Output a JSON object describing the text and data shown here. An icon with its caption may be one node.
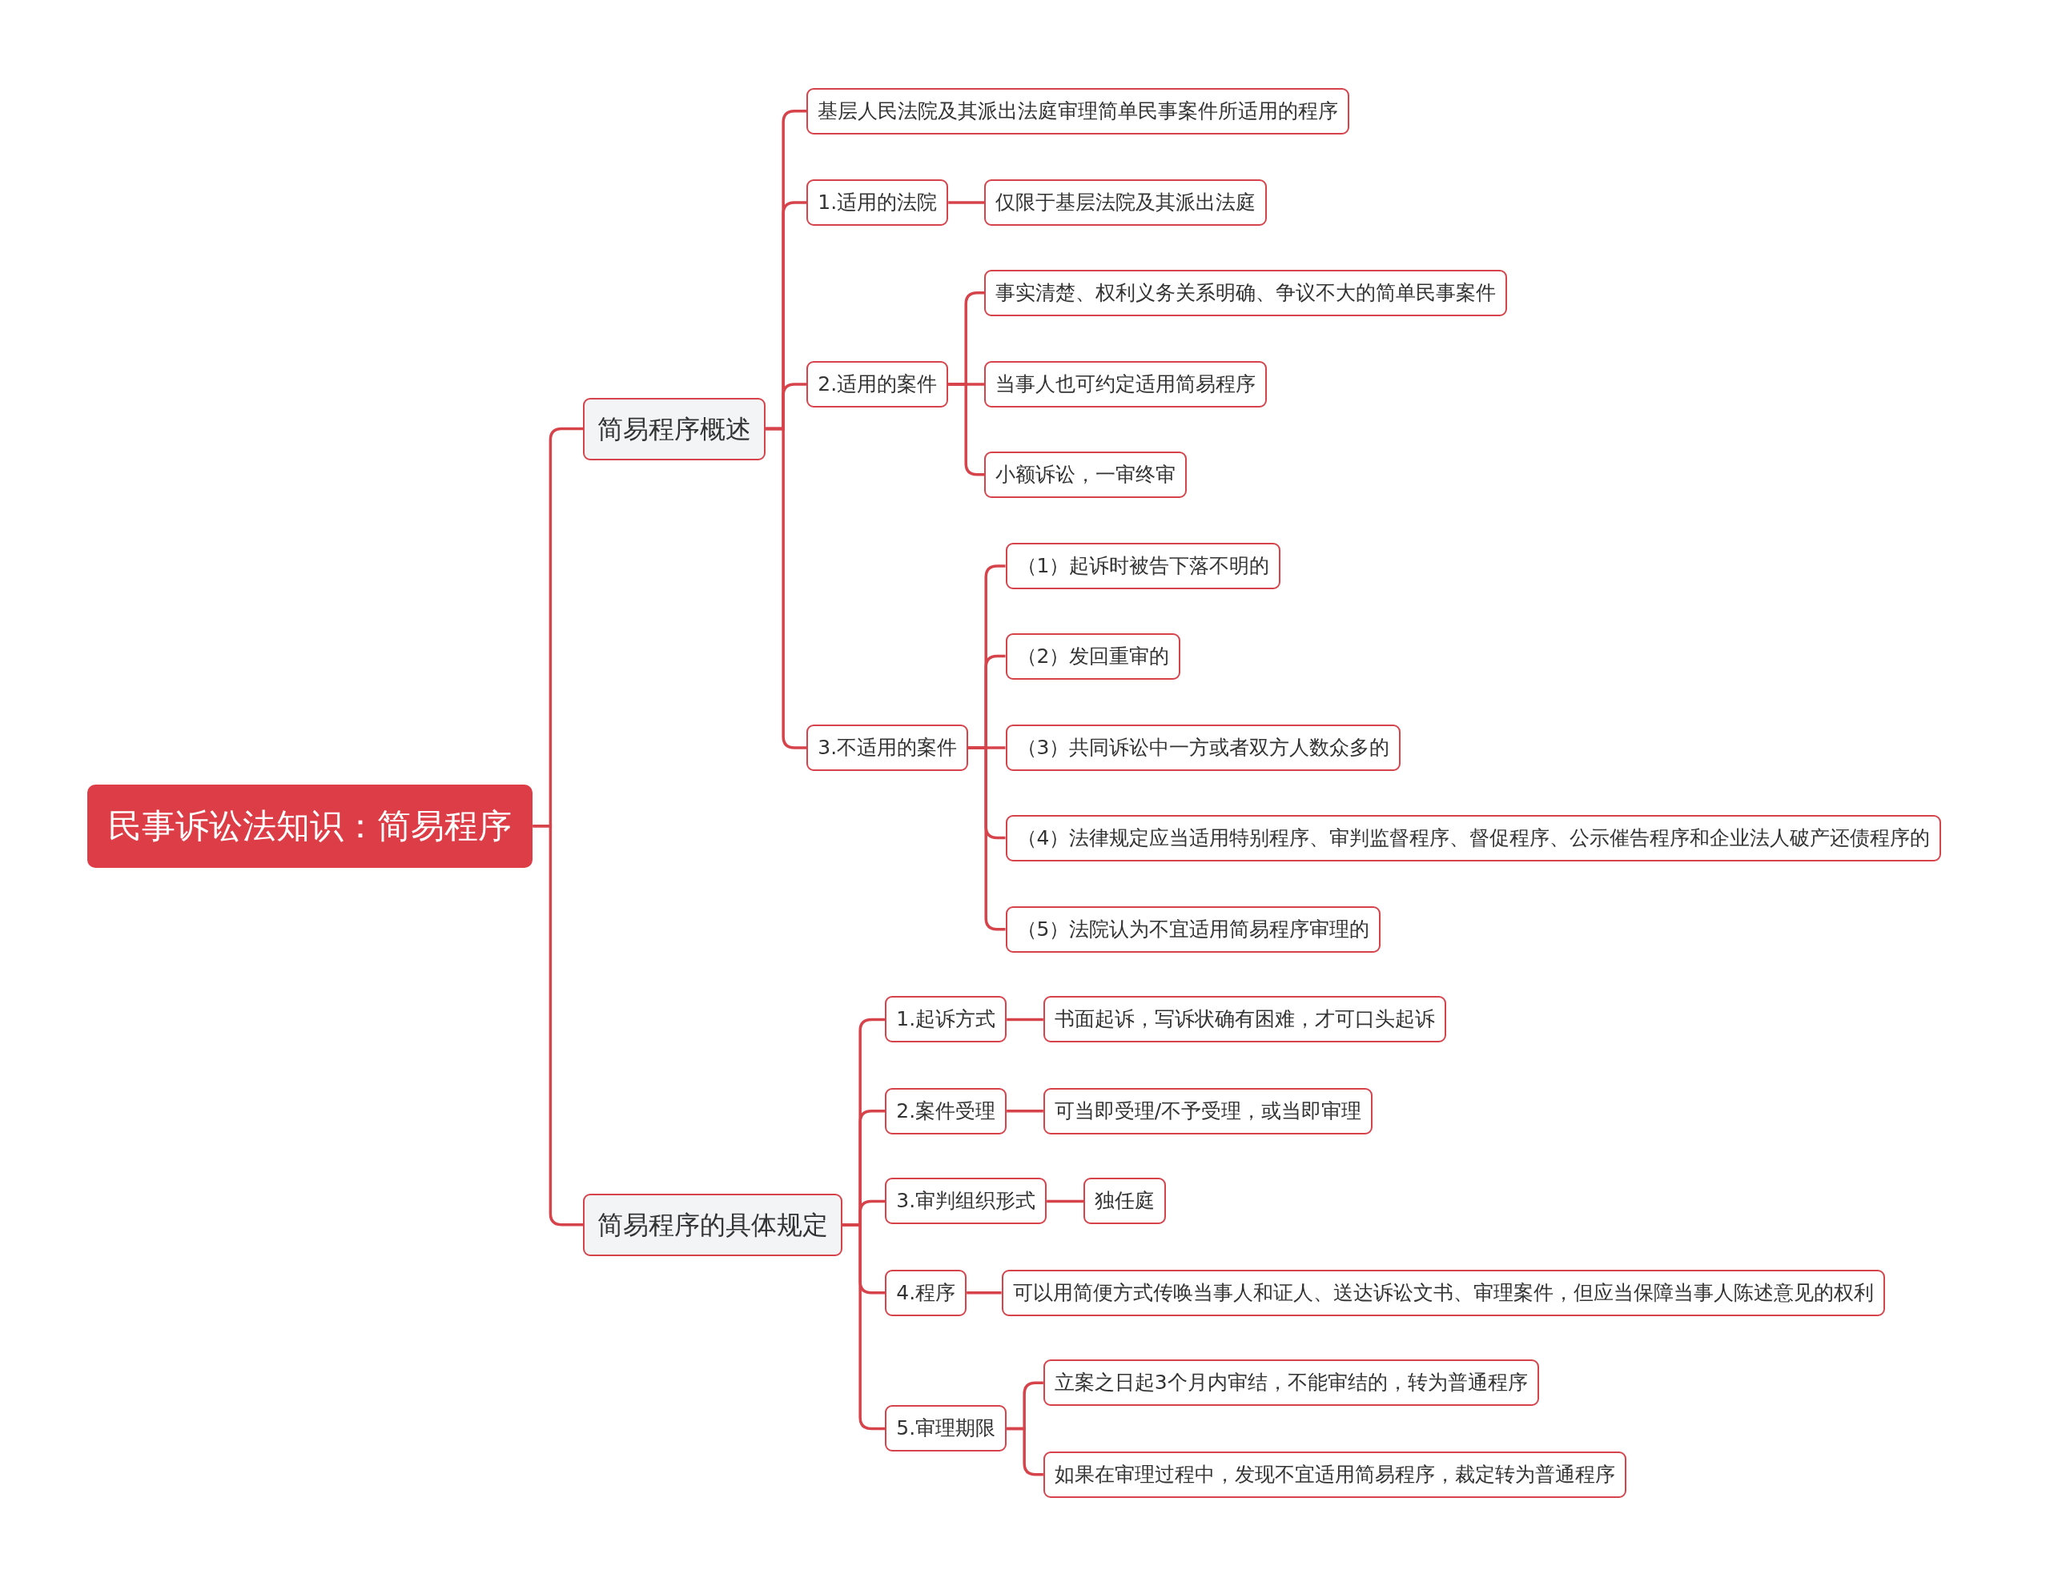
{
  "diagram": {
    "nodes": [
      {
        "text": [
          "民事诉讼法知识：简易程序"
        ]
      },
      {
        "text": [
          "简易程序概述"
        ]
      },
      {
        "text": [
          "基层人民法院及其派出法庭审理简单民事案件所适用的程序"
        ]
      },
      {
        "text": [
          "1.适用的法院"
        ]
      },
      {
        "text": [
          "仅限于基层法院及其派出法庭"
        ]
      },
      {
        "text": [
          "2.适用的案件"
        ]
      },
      {
        "text": [
          "事实清楚、权利义务关系明确、争议不大的简单民事案件"
        ]
      },
      {
        "text": [
          "当事人也可约定适用简易程序"
        ]
      },
      {
        "text": [
          "小额诉讼，一审终审"
        ]
      },
      {
        "text": [
          "3.不适用的案件"
        ]
      },
      {
        "text": [
          "（1）起诉时被告下落不明的"
        ]
      },
      {
        "text": [
          "（2）发回重审的"
        ]
      },
      {
        "text": [
          "（3）共同诉讼中一方或者双方人数众多的"
        ]
      },
      {
        "text": [
          "（4）法律规定应当适用特别程序、审判监督程序、督促程序、公示催告程序和企业法人破产还债程序的"
        ]
      },
      {
        "text": [
          "（5）法院认为不宜适用简易程序审理的"
        ]
      },
      {
        "text": [
          "简易程序的具体规定"
        ]
      },
      {
        "text": [
          "1.起诉方式"
        ]
      },
      {
        "text": [
          "书面起诉，写诉状确有困难，才可口头起诉"
        ]
      },
      {
        "text": [
          "2.案件受理"
        ]
      },
      {
        "text": [
          "可当即受理/不予受理，或当即审理"
        ]
      },
      {
        "text": [
          "3.审判组织形式"
        ]
      },
      {
        "text": [
          "独任庭"
        ]
      },
      {
        "text": [
          "4.程序"
        ]
      },
      {
        "text": [
          "可以用简便方式传唤当事人和证人、送达诉讼文书、审理案件，但应当保障当事人陈述意见的权利"
        ]
      },
      {
        "text": [
          "5.审理期限"
        ]
      },
      {
        "text": [
          "立案之日起3个月内审结，不能审结的，转为普通程序"
        ]
      },
      {
        "text": [
          "如果在审理过程中，发现不宜适用简易程序，裁定转为普通程序"
        ]
      }
    ],
    "edges": [
      {
        "from": 0,
        "to": 1,
        "arrow": "none"
      },
      {
        "from": 0,
        "to": 15,
        "arrow": "none"
      },
      {
        "from": 1,
        "to": 2,
        "arrow": "none"
      },
      {
        "from": 1,
        "to": 3,
        "arrow": "none"
      },
      {
        "from": 1,
        "to": 5,
        "arrow": "none"
      },
      {
        "from": 1,
        "to": 9,
        "arrow": "none"
      },
      {
        "from": 3,
        "to": 4,
        "arrow": "none"
      },
      {
        "from": 5,
        "to": 6,
        "arrow": "none"
      },
      {
        "from": 5,
        "to": 7,
        "arrow": "none"
      },
      {
        "from": 5,
        "to": 8,
        "arrow": "none"
      },
      {
        "from": 9,
        "to": 10,
        "arrow": "none"
      },
      {
        "from": 9,
        "to": 11,
        "arrow": "none"
      },
      {
        "from": 9,
        "to": 12,
        "arrow": "none"
      },
      {
        "from": 9,
        "to": 13,
        "arrow": "none"
      },
      {
        "from": 9,
        "to": 14,
        "arrow": "none"
      },
      {
        "from": 15,
        "to": 16,
        "arrow": "none"
      },
      {
        "from": 15,
        "to": 18,
        "arrow": "none"
      },
      {
        "from": 15,
        "to": 20,
        "arrow": "none"
      },
      {
        "from": 15,
        "to": 22,
        "arrow": "none"
      },
      {
        "from": 15,
        "to": 24,
        "arrow": "none"
      },
      {
        "from": 16,
        "to": 17,
        "arrow": "none"
      },
      {
        "from": 18,
        "to": 19,
        "arrow": "none"
      },
      {
        "from": 20,
        "to": 21,
        "arrow": "none"
      },
      {
        "from": 22,
        "to": 23,
        "arrow": "none"
      },
      {
        "from": 24,
        "to": 25,
        "arrow": "none"
      },
      {
        "from": 24,
        "to": 26,
        "arrow": "none"
      }
    ]
  }
}
